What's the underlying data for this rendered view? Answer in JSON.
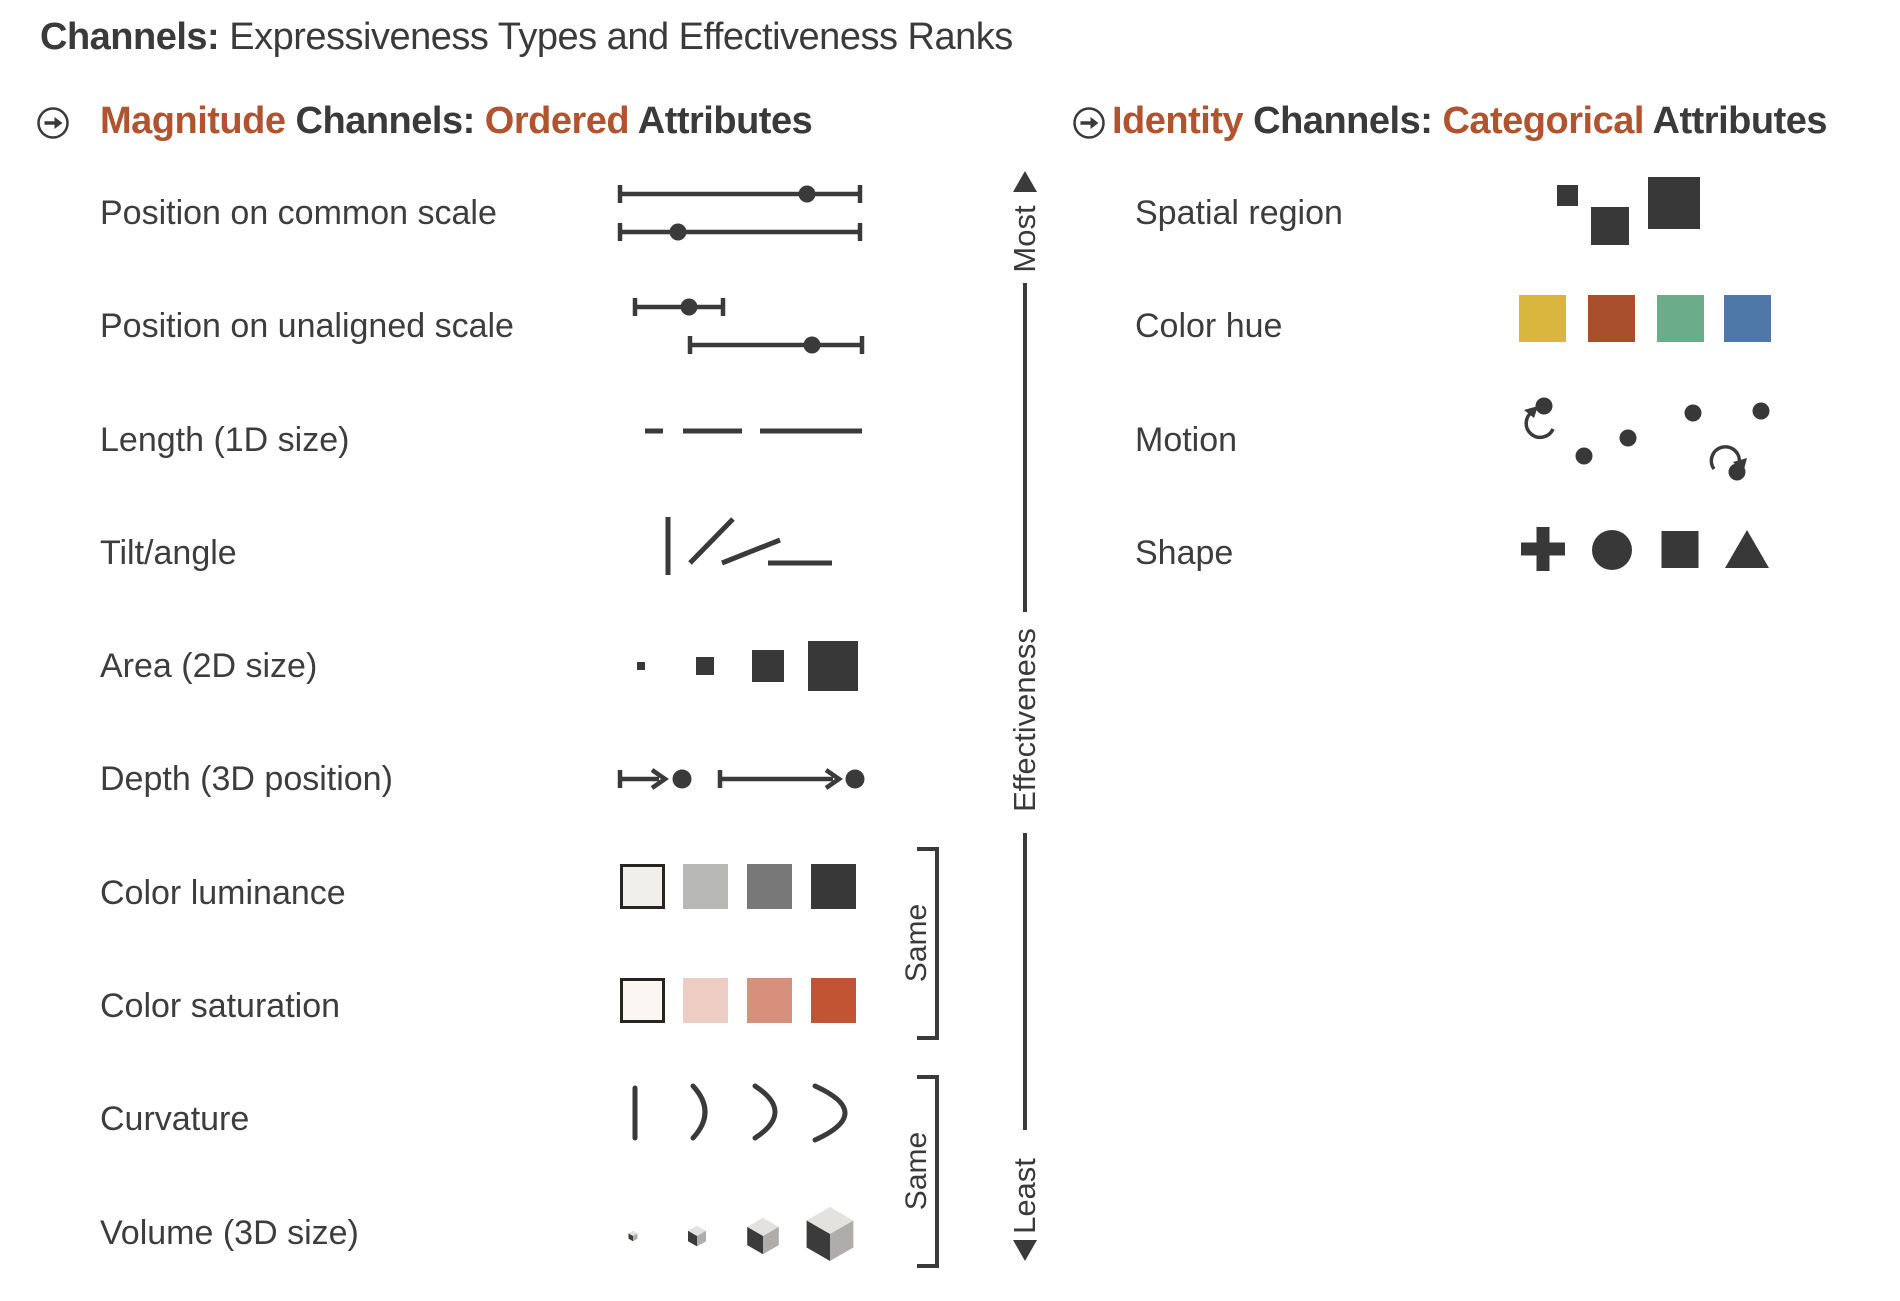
{
  "title": {
    "lead": "Channels:",
    "rest": " Expressiveness Types and Effectiveness Ranks"
  },
  "colors": {
    "ink": "#3a3a3a",
    "accent": "#b0542f",
    "glyph_fill": "#383838",
    "cube_top": "#e3e2df",
    "cube_left": "#3b3b3b",
    "cube_right": "#aeadab"
  },
  "magnitude": {
    "heading": {
      "accent1": "Magnitude",
      "mid": " Channels: ",
      "accent2": "Ordered",
      "end": " Attributes"
    },
    "icon": "circle-arrow-right-icon",
    "rows": [
      {
        "label": "Position on common scale",
        "glyph": "position-common-scale"
      },
      {
        "label": "Position on unaligned scale",
        "glyph": "position-unaligned-scale"
      },
      {
        "label": "Length (1D size)",
        "glyph": "length-segments"
      },
      {
        "label": "Tilt/angle",
        "glyph": "tilt-angle-lines"
      },
      {
        "label": "Area (2D size)",
        "glyph": "area-squares"
      },
      {
        "label": "Depth (3D position)",
        "glyph": "depth-arrows"
      },
      {
        "label": "Color luminance",
        "glyph": "luminance-swatches",
        "swatches": [
          "#f0efeb",
          "#b8b8b6",
          "#787878",
          "#383838"
        ]
      },
      {
        "label": "Color saturation",
        "glyph": "saturation-swatches",
        "swatches": [
          "#fcf6f2",
          "#ecccc3",
          "#d6907c",
          "#c35433"
        ]
      },
      {
        "label": "Curvature",
        "glyph": "curvature-arcs"
      },
      {
        "label": "Volume (3D size)",
        "glyph": "volume-cubes"
      }
    ]
  },
  "identity": {
    "heading": {
      "accent1": "Identity",
      "mid": " Channels: ",
      "accent2": "Categorical",
      "end": " Attributes"
    },
    "icon": "circle-arrow-right-icon",
    "rows": [
      {
        "label": "Spatial region",
        "glyph": "spatial-region-squares"
      },
      {
        "label": "Color hue",
        "glyph": "hue-swatches",
        "swatches": [
          "#d9b73e",
          "#a94f2e",
          "#6bac8b",
          "#4d78a8"
        ]
      },
      {
        "label": "Motion",
        "glyph": "motion-dots"
      },
      {
        "label": "Shape",
        "glyph": "shape-glyphs"
      }
    ]
  },
  "axis": {
    "most": "Most",
    "label": "Effectiveness",
    "least": "Least"
  },
  "brackets": {
    "first": "Same",
    "second": "Same"
  }
}
